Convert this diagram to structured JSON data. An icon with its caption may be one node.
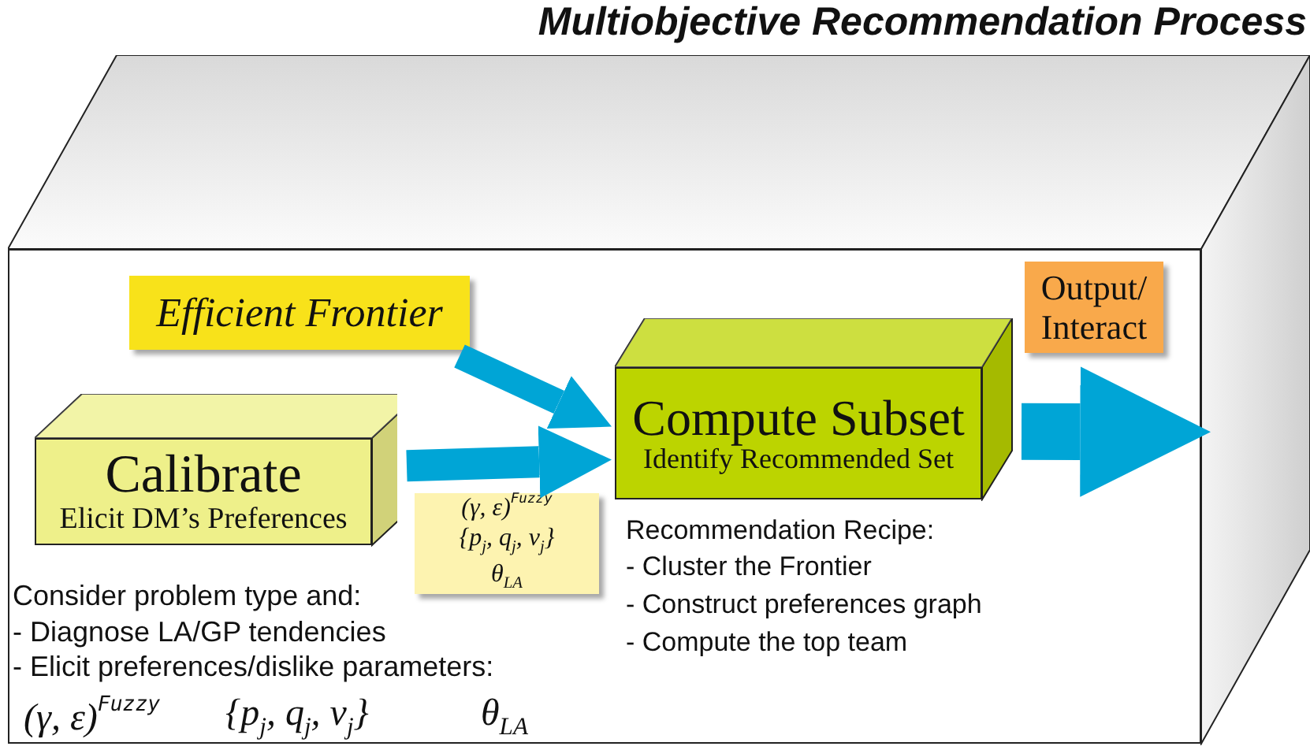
{
  "diagram": {
    "title": "Multiobjective Recommendation Process",
    "nodes": [
      {
        "text": [],
        "shape": "box"
      },
      {
        "text": [
          "Efficient Frontier"
        ],
        "in": 0
      },
      {
        "text": [
          "Calibrate",
          "Elicit DM’s Preferences"
        ],
        "in": 0
      },
      {
        "text": [
          "(γ, ε)$^{Fuzzy}$",
          "{p$_{j}$, q$_{j}$, v$_{j}$}",
          "θ$_{LA}$"
        ],
        "in": 0
      },
      {
        "text": [
          "Compute Subset",
          "Identify Recommended Set"
        ],
        "in": 0
      },
      {
        "text": [
          "Output/ Interact"
        ],
        "in": 0
      }
    ],
    "edges": [
      {
        "from": 1,
        "to": 4,
        "arrow": "to"
      },
      {
        "from": 2,
        "to": 4,
        "arrow": "to"
      },
      {
        "from": 4,
        "to": 0,
        "arrow": "to",
        "style": "thick"
      }
    ],
    "labels": [
      "Consider problem type and:",
      "- Diagnose LA/GP tendencies",
      "- Elicit preferences/dislike parameters:",
      "(γ, ε)$^{Fuzzy}$",
      "{p$_{j}$, q$_{j}$, v$_{j}$}",
      "θ$_{LA}$",
      "Recommendation Recipe:",
      "- Cluster the Frontier",
      "- Construct preferences graph",
      "- Compute the top team"
    ]
  }
}
